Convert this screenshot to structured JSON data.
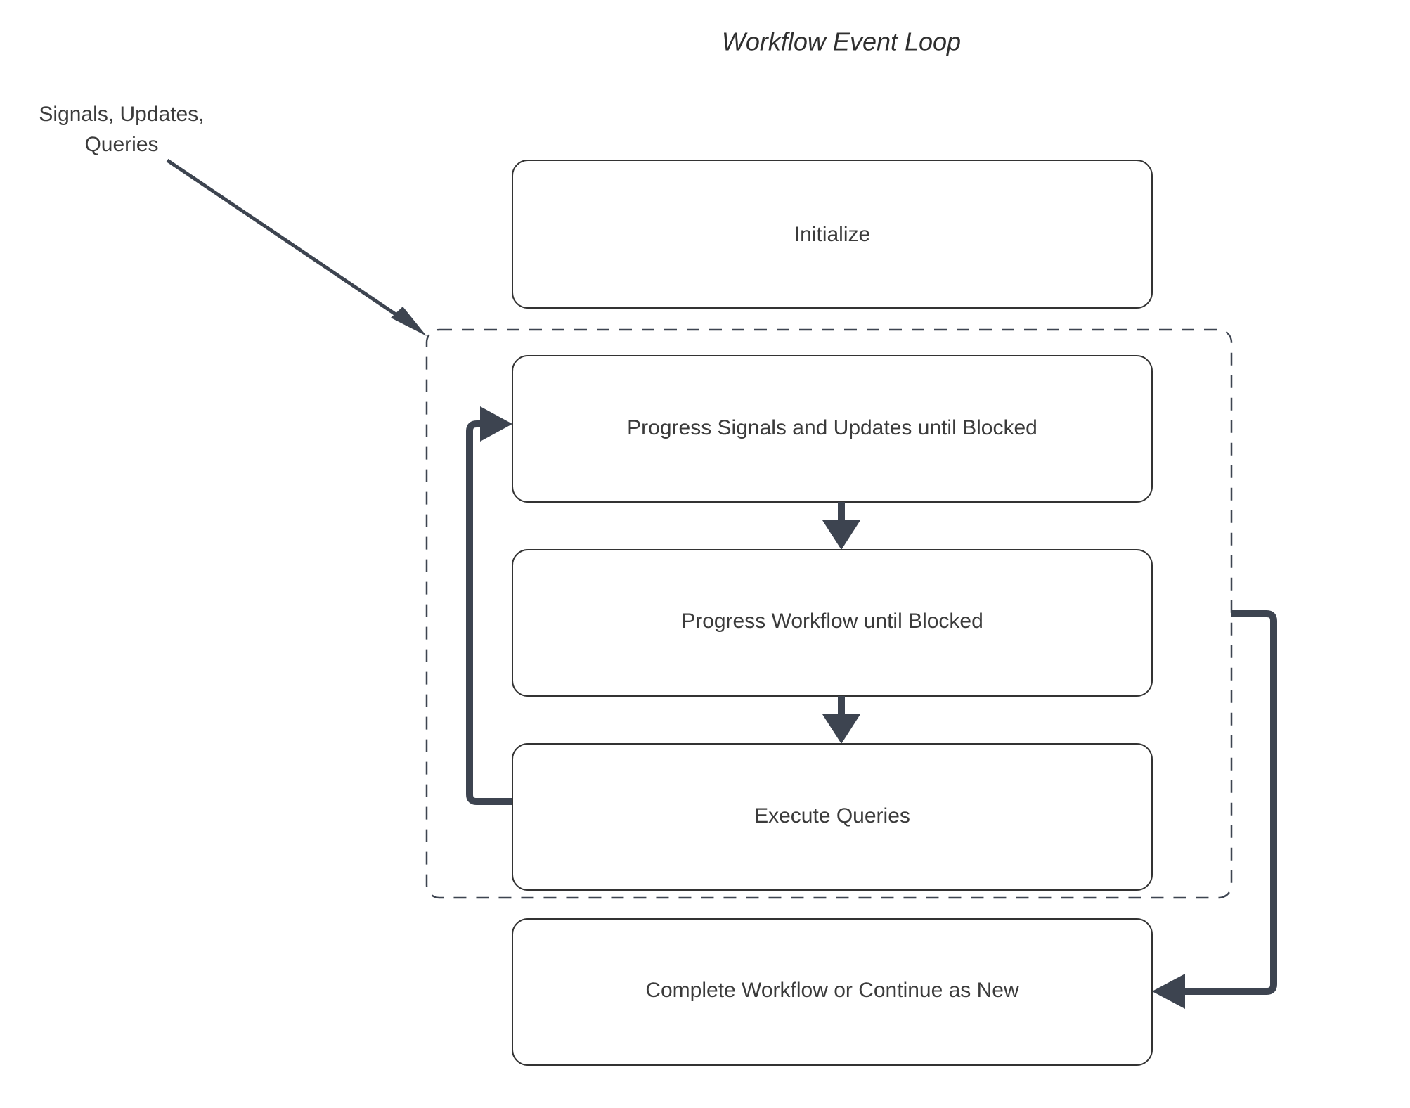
{
  "title": "Workflow Event Loop",
  "external_label": {
    "line1": "Signals, Updates,",
    "line2": "Queries"
  },
  "nodes": {
    "initialize": "Initialize",
    "progress_signals": "Progress Signals and Updates until Blocked",
    "progress_workflow": "Progress Workflow until Blocked",
    "execute_queries": "Execute Queries",
    "complete_workflow": "Complete Workflow or Continue as New"
  },
  "colors": {
    "node_border": "#333333",
    "node_fill": "#ffffff",
    "loop_border": "#3d4450",
    "connector": "#3d4450",
    "text": "#3b3b3b",
    "background": "#ffffff"
  },
  "edges": [
    {
      "name": "signals-into-loop",
      "from": "Signals, Updates, Queries",
      "to": "Event Loop",
      "style": "solid-thin-arrow"
    },
    {
      "name": "signals-to-workflow",
      "from": "Progress Signals and Updates until Blocked",
      "to": "Progress Workflow until Blocked",
      "style": "solid-arrow-down"
    },
    {
      "name": "workflow-to-queries",
      "from": "Progress Workflow until Blocked",
      "to": "Execute Queries",
      "style": "solid-arrow-down"
    },
    {
      "name": "queries-back-to-signals",
      "from": "Execute Queries",
      "to": "Progress Signals and Updates until Blocked",
      "style": "loop-arrow-left"
    },
    {
      "name": "loop-to-complete",
      "from": "Event Loop",
      "to": "Complete Workflow or Continue as New",
      "style": "loop-arrow-right"
    }
  ]
}
